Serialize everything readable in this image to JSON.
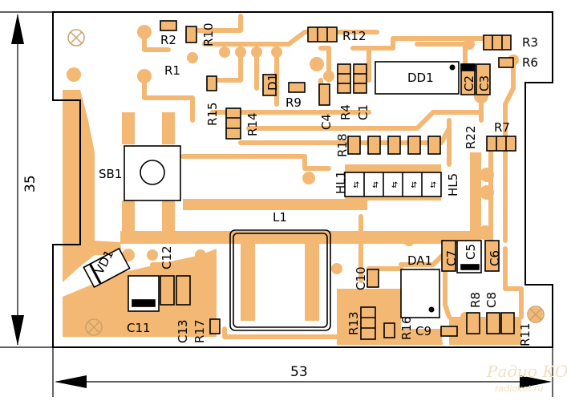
{
  "board": {
    "colors": {
      "copper": "#f4b875",
      "outline": "#000000",
      "background": "#ffffff"
    },
    "dimensions": {
      "height_label": "35",
      "width_label": "53"
    },
    "labels": {
      "r2": "R2",
      "r10": "R10",
      "r12": "R12",
      "r3": "R3",
      "r6": "R6",
      "r1": "R1",
      "r15": "R15",
      "r14": "R14",
      "d1": "D1",
      "r9": "R9",
      "r4": "R4",
      "c1": "C1",
      "c4": "C4",
      "dd1": "DD1",
      "c2": "C2",
      "c3": "C3",
      "r22": "R22",
      "r7": "R7",
      "r18": "R18",
      "sb1": "SB1",
      "hl1": "HL1",
      "hl5": "HL5",
      "l1": "L1",
      "vd1": "VD1",
      "c12": "C12",
      "c11": "C11",
      "c13": "C13",
      "r17": "R17",
      "c10": "C10",
      "da1": "DA1",
      "c7": "C7",
      "c5": "C5",
      "c6": "C6",
      "r13": "R13",
      "r16": "R16",
      "c9": "C9",
      "r8": "R8",
      "c8": "C8",
      "r11": "R11"
    },
    "watermark": {
      "title": "Радио КОТ",
      "site": "radiokot.ru"
    }
  }
}
